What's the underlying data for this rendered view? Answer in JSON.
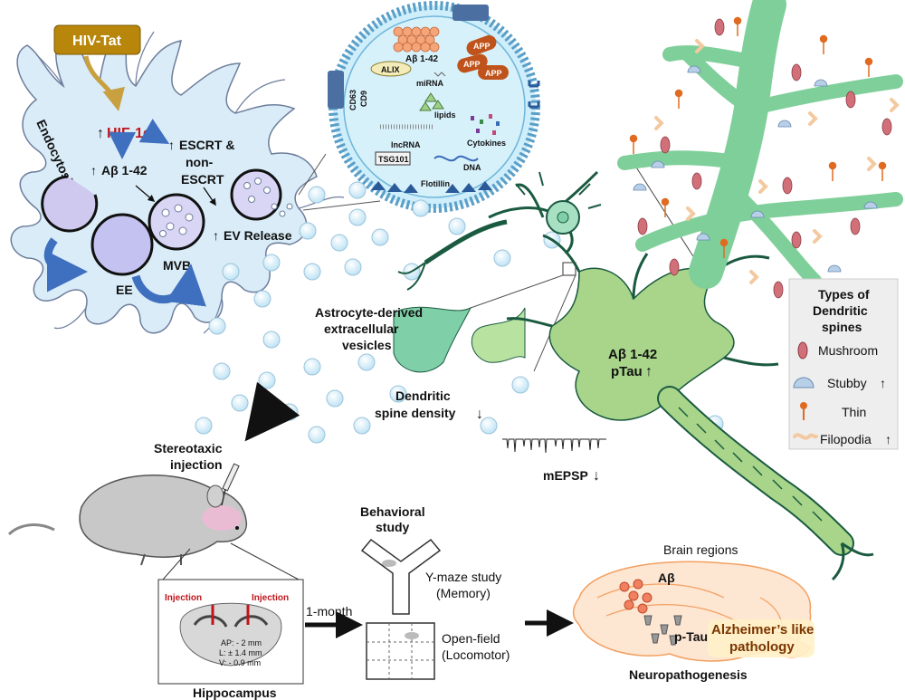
{
  "astrocyte": {
    "hiv_tat": "HIV-Tat",
    "hif": "HIF-1α",
    "endocytosis": "Endocytosis",
    "abeta": "Aβ 1-42",
    "escrt": [
      "ESCRT &",
      "non-",
      "ESCRT"
    ],
    "ev_release": "EV Release",
    "mvb": "MVB",
    "ee": "EE"
  },
  "ev_cargo": {
    "abeta": "Aβ 1-42",
    "app": "APP",
    "alix": "ALIX",
    "mirna": "miRNA",
    "lipids": "lipids",
    "cd63": "CD63",
    "cd9": "CD9",
    "lncrna": "lncRNA",
    "cytokines": "Cytokines",
    "tsg101": "TSG101",
    "dna": "DNA",
    "flotillin": "Flotillin"
  },
  "neuron": {
    "ev_label": [
      "Astrocyte-derived",
      "extracellular",
      "vesicles"
    ],
    "spine_density": [
      "Dendritic",
      "spine density"
    ],
    "abeta": "Aβ 1-42",
    "ptau": "pTau",
    "mepsp": "mEPSP"
  },
  "legend": {
    "title": [
      "Types of",
      "Dendritic",
      "spines"
    ],
    "items": [
      {
        "label": "Mushroom",
        "arrow": ""
      },
      {
        "label": "Stubby",
        "arrow": "↑"
      },
      {
        "label": "Thin",
        "arrow": ""
      },
      {
        "label": "Filopodia",
        "arrow": "↑"
      }
    ]
  },
  "experiment": {
    "stereotaxic": [
      "Stereotaxic",
      "injection"
    ],
    "injection_left": "Injection",
    "injection_right": "Injection",
    "coords": [
      "AP: - 2 mm",
      "L: ± 1.4 mm",
      "V: - 0.9 mm"
    ],
    "hippocampus": "Hippocampus",
    "one_month": "1-month",
    "behavioral": [
      "Behavioral",
      "study"
    ],
    "ymaze": [
      "Y-maze study",
      "(Memory)"
    ],
    "openfield": [
      "Open-field",
      "(Locomotor)"
    ],
    "brain_regions": "Brain regions",
    "abeta": "Aβ",
    "ptau": "p-Tau",
    "alz": [
      "Alzheimer’s like",
      "pathology"
    ],
    "neuropath": "Neuropathogenesis"
  },
  "colors": {
    "astro_fill": "#d9ecf7",
    "astro_stroke": "#6d7d9c",
    "hiv_box": "#b8860b",
    "hif_red": "#c0151a",
    "blue_arrow": "#3f6fbf",
    "neuron_green": "#a8d58a",
    "spine_green": "#7fcfa8",
    "brain_orange": "#f6a35c",
    "vesicle_blue": "#bfe3f5"
  }
}
